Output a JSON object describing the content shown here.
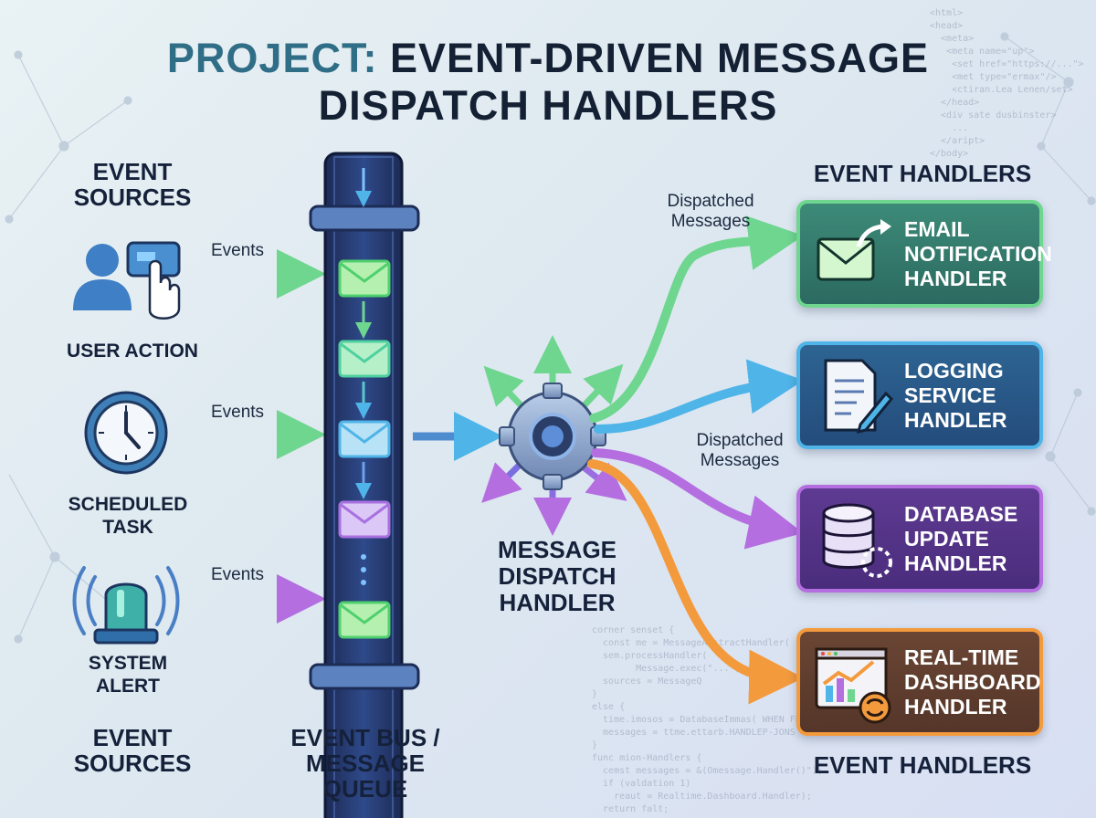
{
  "title": {
    "prefix": "PROJECT:",
    "main": "EVENT-DRIVEN MESSAGE DISPATCH HANDLERS"
  },
  "labels": {
    "sources_top": "EVENT SOURCES",
    "sources_bottom": "EVENT SOURCES",
    "handlers_top": "EVENT HANDLERS",
    "handlers_bottom": "EVENT HANDLERS",
    "bus": "EVENT BUS / MESSAGE QUEUE",
    "dispatcher": "MESSAGE DISPATCH HANDLER"
  },
  "sources": [
    {
      "label": "USER ACTION",
      "icon": "user-click-icon",
      "arrow_label": "Events"
    },
    {
      "label": "SCHEDULED TASK",
      "icon": "clock-icon",
      "arrow_label": "Events"
    },
    {
      "label": "SYSTEM ALERT",
      "icon": "alarm-siren-icon",
      "arrow_label": "Events"
    }
  ],
  "dispatched_labels": [
    "Dispatched Messages",
    "Dispatched Messages"
  ],
  "handlers": [
    {
      "label": "EMAIL NOTIFICATION HANDLER",
      "icon": "email-send-icon",
      "color": "#6ed68e"
    },
    {
      "label": "LOGGING SERVICE HANDLER",
      "icon": "document-pen-icon",
      "color": "#4fb4e8"
    },
    {
      "label": "DATABASE UPDATE HANDLER",
      "icon": "database-icon",
      "color": "#b46ee0"
    },
    {
      "label": "REAL-TIME DASHBOARD HANDLER",
      "icon": "dashboard-chart-icon",
      "color": "#f39a3d"
    }
  ],
  "code_top": "<html>\n<head>\n  <meta>\n   <meta name=\"up\">\n    <set href=\"https://...\">\n    <met type=\"ermax\"/>\n    <ctiran.Lea Lenen/set>\n  </head>\n  <div sate dusbinster>\n    ...\n  </aript>\n</body>",
  "code_bottom": "corner senset {\n  const me = MessageAbstractHandler(\n  sem.processHandler(\n        Message.exec(\"...\"),\n  sources = MessageQ\n}\nelse {\n  time.imosos = DatabaseImmas( WHEN FB\n  messages = ttme.ettarb.HANDLEP-JONS\n}\nfunc mion-Handlers {\n  cemst messages = &(Omessage.Handler()\");\n  if (valdation 1)\n    reaut = Realtime.Dashboard.Handler);\n  return falt;"
}
